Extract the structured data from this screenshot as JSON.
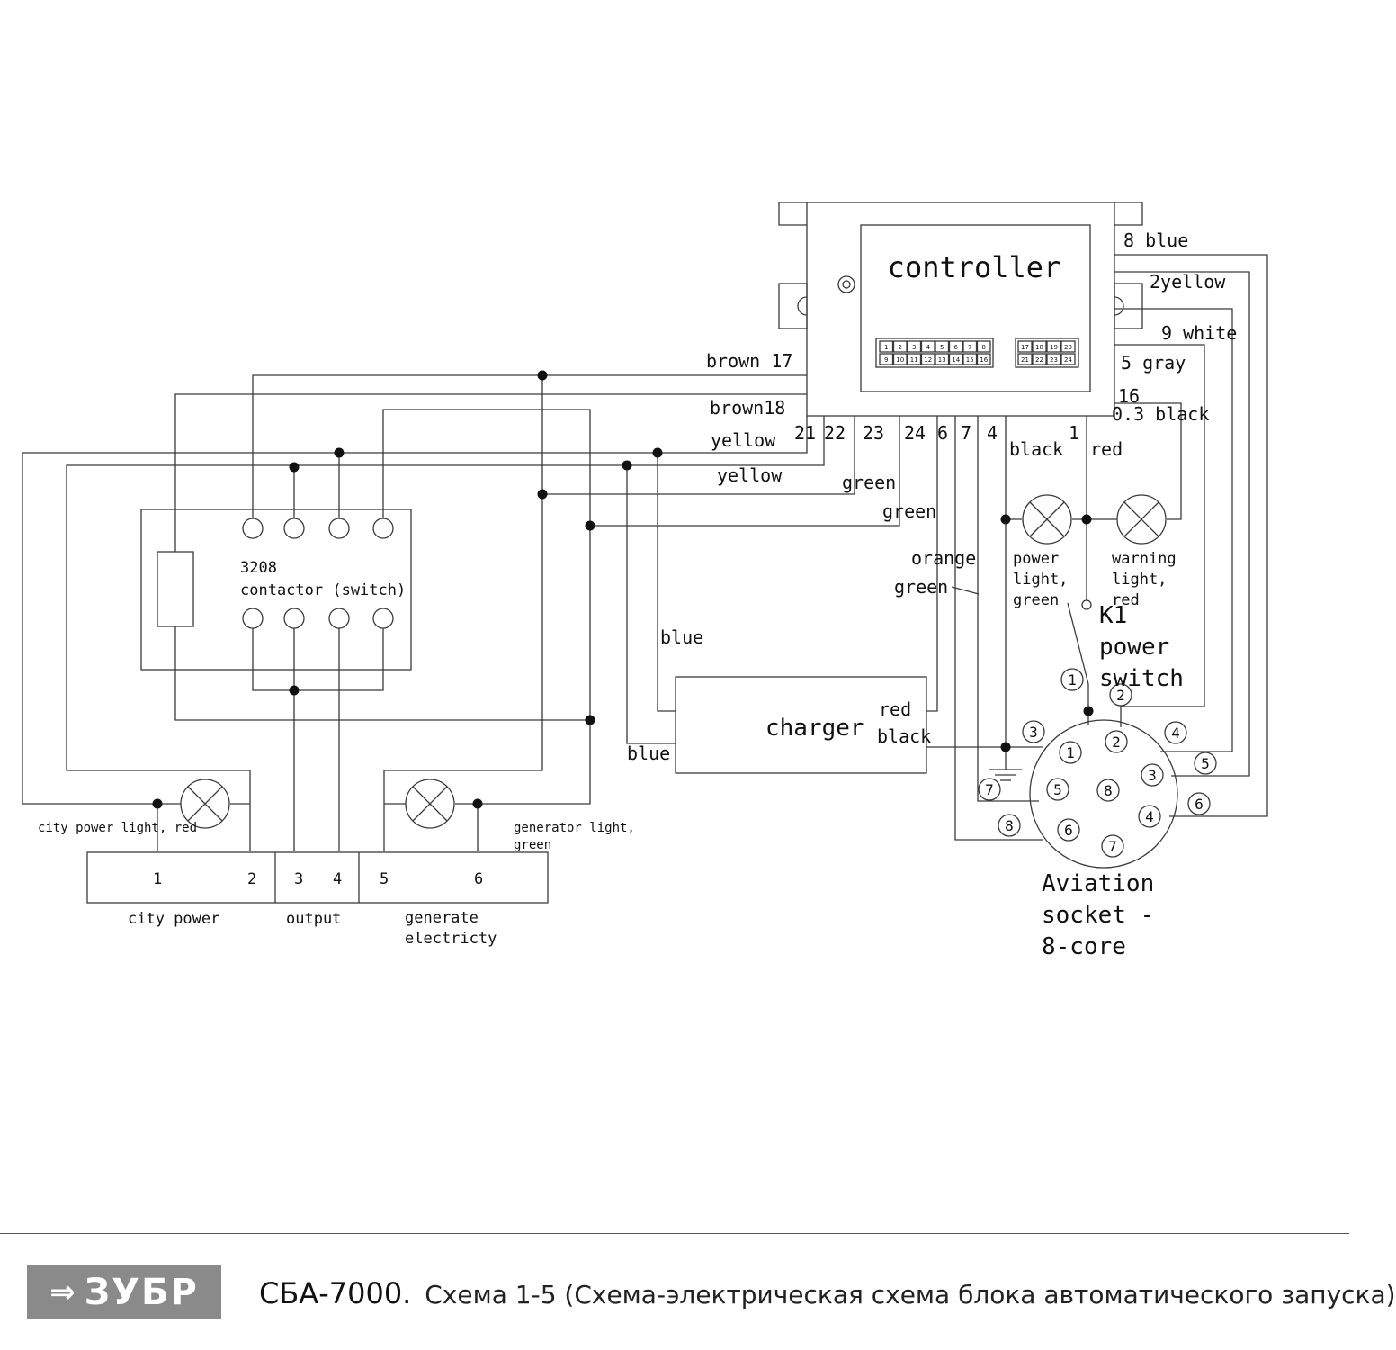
{
  "controller": {
    "title": "controller",
    "pins_left_top": [
      "1",
      "2",
      "3",
      "4",
      "5",
      "6",
      "7",
      "8"
    ],
    "pins_left_bottom": [
      "9",
      "10",
      "11",
      "12",
      "13",
      "14",
      "15",
      "16"
    ],
    "pins_right_top": [
      "17",
      "18",
      "19",
      "20"
    ],
    "pins_right_bottom": [
      "21",
      "22",
      "23",
      "24"
    ]
  },
  "wire_labels": {
    "blue8": "8  blue",
    "yellow2": "2yellow",
    "white9": "9  white",
    "gray5": "5 gray",
    "n16": "16",
    "black03": "0.3 black",
    "brown17": "brown 17",
    "brown18": "brown18",
    "yellow_a": "yellow",
    "yellow_b": "yellow",
    "green_a": "green",
    "green_b": "green",
    "n21": "21",
    "n22": "22",
    "n23": "23",
    "n24": "24",
    "n6": "6",
    "n7": "7",
    "n4": "4",
    "n1": "1",
    "black": "black",
    "red": "red",
    "orange": "orange",
    "green_c": "green",
    "blue_a": "blue",
    "blue_b": "blue"
  },
  "contactor": {
    "line1": "3208",
    "line2": "contactor (switch)"
  },
  "power_light": {
    "l1": "power",
    "l2": "light,",
    "l3": "green"
  },
  "warning_light": {
    "l1": "warning",
    "l2": "light,",
    "l3": "red"
  },
  "k1": {
    "l1": "K1",
    "l2": "power",
    "l3": "switch"
  },
  "charger": {
    "title": "charger",
    "red": "red",
    "black": "black"
  },
  "socket": {
    "l1": "Aviation",
    "l2": "socket -",
    "l3": "8-core",
    "inner": [
      "1",
      "2",
      "3",
      "4",
      "5",
      "6",
      "7",
      "8"
    ],
    "outer": [
      "1",
      "2",
      "3",
      "4",
      "5",
      "6",
      "7",
      "8"
    ]
  },
  "city_light": "city power light, red",
  "gen_light": {
    "l1": "generator light,",
    "l2": "green"
  },
  "terminal": {
    "nums": [
      "1",
      "2",
      "3",
      "4",
      "5",
      "6"
    ],
    "city": "city power",
    "output": "output",
    "gen_l1": "generate",
    "gen_l2": "electricty"
  },
  "footer": {
    "logo": "ЗУБР",
    "model": "СБА-7000.",
    "caption": "Схема 1-5 (Схема-электрическая схема блока автоматического запуска)"
  }
}
